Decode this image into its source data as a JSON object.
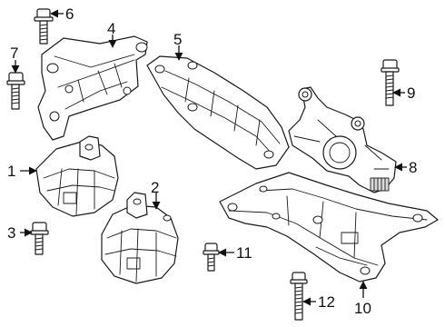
{
  "callouts": [
    {
      "id": "1",
      "label": "1"
    },
    {
      "id": "2",
      "label": "2"
    },
    {
      "id": "3",
      "label": "3"
    },
    {
      "id": "4",
      "label": "4"
    },
    {
      "id": "5",
      "label": "5"
    },
    {
      "id": "6",
      "label": "6"
    },
    {
      "id": "7",
      "label": "7"
    },
    {
      "id": "8",
      "label": "8"
    },
    {
      "id": "9",
      "label": "9"
    },
    {
      "id": "10",
      "label": "10"
    },
    {
      "id": "11",
      "label": "11"
    },
    {
      "id": "12",
      "label": "12"
    }
  ],
  "colors": {
    "line": "#1a1a1a",
    "background": "#ffffff",
    "shade": "#d9d9d9"
  }
}
